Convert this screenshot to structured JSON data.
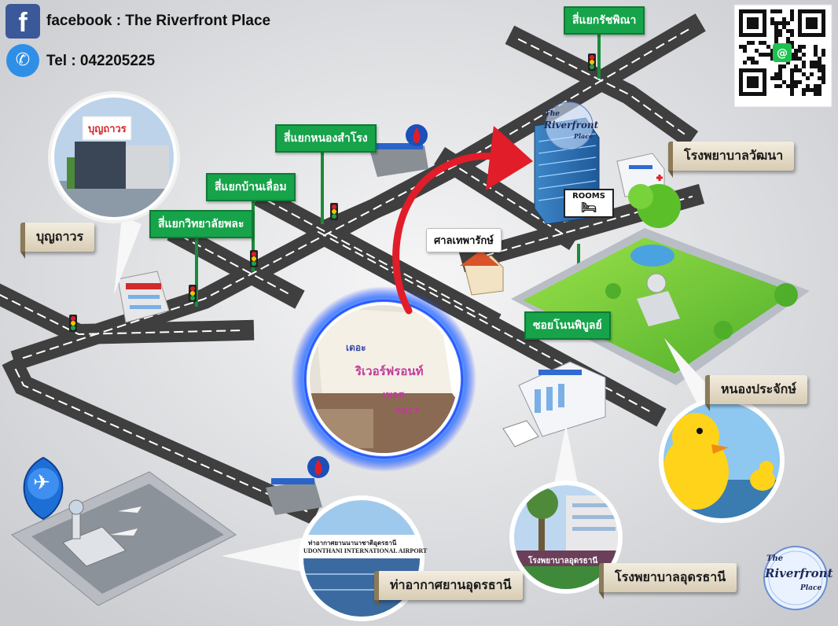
{
  "header": {
    "facebook_text": "facebook : The Riverfront Place",
    "phone_text": "Tel : 042205225",
    "facebook_icon": "facebook-icon",
    "phone_icon": "phone-icon"
  },
  "intersections": {
    "ratchaphon": "สี่แยกรัชพิณา",
    "nong_samrong": "สี่แยกหนองสำโรง",
    "ban_luam": "สี่แยกบ้านเลื่อม",
    "wittayalai": "สี่แยกวิทยาลัยพละ",
    "soi_nonphiban": "ซอยโนนพิบูลย์"
  },
  "landmarks": {
    "bunthavorn": "บุญถาวร",
    "watthana_hospital": "โรงพยาบาลวัฒนา",
    "san_thepparak": "ศาลเทพารักษ์",
    "nong_prajak": "หนองประจักษ์",
    "airport": "ท่าอากาศยานอุดรธานี",
    "udon_hospital": "โรงพยาบาลอุดรธานี"
  },
  "hotel": {
    "logo_line1": "The",
    "logo_line2": "Riverfront",
    "logo_line3": "Place",
    "rooms_sign": "ROOMS"
  },
  "photos": {
    "bunthavorn_sign": "บุญถาวร",
    "airport_sign_thai": "ท่าอากาศยานนานาชาติอุดรธานี",
    "airport_sign_en": "UDONTHANI INTERNATIONAL AIRPORT",
    "hospital_sign": "โรงพยาบาลอุดรธานี",
    "building_line1": "เดอะ",
    "building_line2": "ริเวอร์ฟรอนท์",
    "building_line3": "เพลส",
    "building_line4": "2017"
  },
  "corner_logo": {
    "line1": "The",
    "line2": "Riverfront",
    "line3": "Place"
  },
  "colors": {
    "road": "#4a4a4a",
    "road_stripe": "#ffffff",
    "sign_green": "#16a34a",
    "banner": "#e8e0cc",
    "arrow_red": "#e11d2a",
    "glow_blue": "#2f6bff"
  }
}
